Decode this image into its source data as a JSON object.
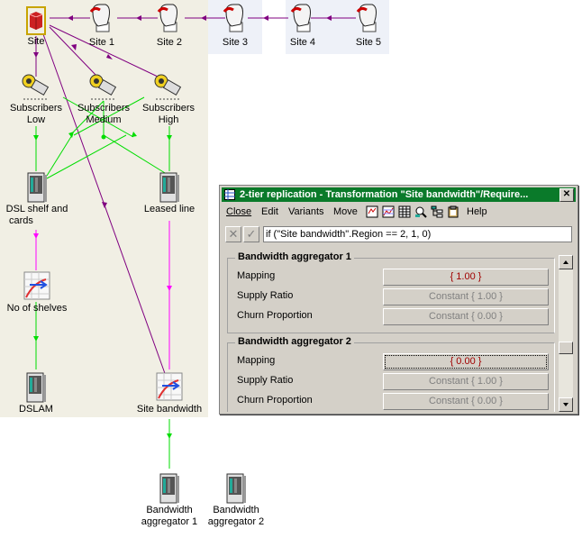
{
  "diagram": {
    "nodes": {
      "site": "Site",
      "site1": "Site 1",
      "site2": "Site 2",
      "site3": "Site 3",
      "site4": "Site 4",
      "site5": "Site 5",
      "subs_low": [
        "Subscribers",
        "Low"
      ],
      "subs_medium": [
        "Subscribers",
        "Medium"
      ],
      "subs_high": [
        "Subscribers",
        "High"
      ],
      "dsl_shelf": [
        "DSL shelf and",
        "cards"
      ],
      "leased_line": "Leased line",
      "no_of_shelves": "No of shelves",
      "dslam": "DSLAM",
      "site_bandwidth": "Site bandwidth",
      "bw_agg1": [
        "Bandwidth",
        "aggregator 1"
      ],
      "bw_agg2": [
        "Bandwidth",
        "aggregator 2"
      ]
    },
    "colors": {
      "hierarchy": "#800080",
      "flow_green": "#00dd00",
      "flow_magenta": "#ff00ff"
    }
  },
  "window": {
    "title": "2-tier replication - Transformation \"Site bandwidth\"/Require...",
    "close_glyph": "✕",
    "titlebar_color": "#0a7a2a",
    "menu": [
      "Close",
      "Edit",
      "Variants",
      "Move",
      "Help"
    ],
    "toolbar_icons": [
      "properties-icon",
      "chart-icon",
      "table-icon",
      "find-icon",
      "tree-icon",
      "clipboard-icon"
    ],
    "formula": {
      "cancel_glyph": "✕",
      "accept_glyph": "✓",
      "value": "if (\"Site bandwidth\".Region == 2, 1, 0)"
    },
    "groups": [
      {
        "title": "Bandwidth aggregator 1",
        "rows": [
          {
            "label": "Mapping",
            "value": "{ 1.00 }"
          },
          {
            "label": "Supply Ratio",
            "value": "Constant { 1.00 }"
          },
          {
            "label": "Churn Proportion",
            "value": "Constant { 0.00 }"
          }
        ]
      },
      {
        "title": "Bandwidth aggregator 2",
        "rows": [
          {
            "label": "Mapping",
            "value": "{ 0.00 }"
          },
          {
            "label": "Supply Ratio",
            "value": "Constant { 1.00 }"
          },
          {
            "label": "Churn Proportion",
            "value": "Constant { 0.00 }"
          }
        ]
      }
    ]
  }
}
